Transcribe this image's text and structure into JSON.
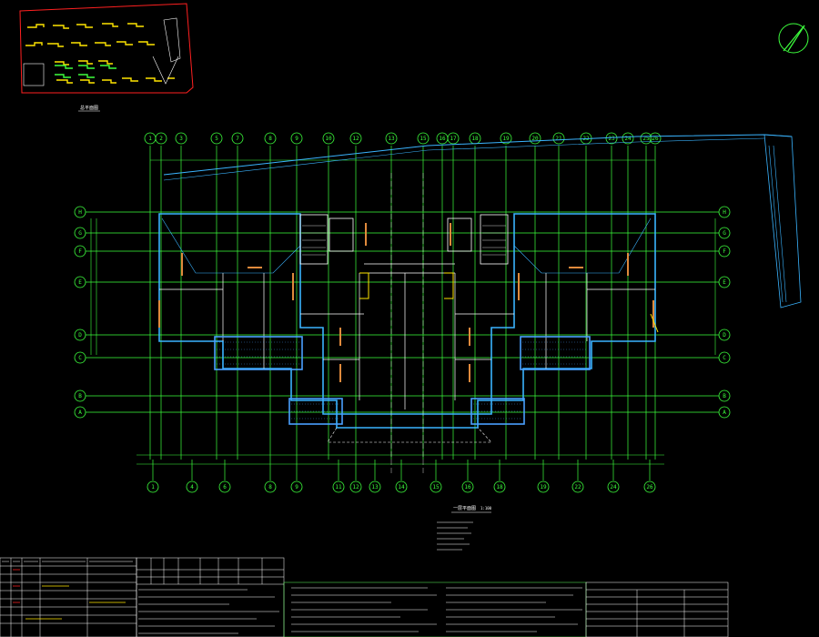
{
  "drawing": {
    "site_plan_caption": "总平面图",
    "floor_plan_caption": "一层平面图",
    "floor_plan_scale": "1:100",
    "north_arrow": "north-arrow-symbol"
  },
  "grid_axes": {
    "top_numbers": [
      "1",
      "2",
      "3",
      "5",
      "7",
      "8",
      "9",
      "10",
      "12",
      "13",
      "15",
      "16",
      "17",
      "18",
      "19",
      "20",
      "21",
      "22",
      "23",
      "24",
      "25",
      "26"
    ],
    "bottom_numbers": [
      "1",
      "4",
      "6",
      "8",
      "9",
      "11",
      "12",
      "13",
      "14",
      "15",
      "16",
      "18",
      "19",
      "22",
      "24",
      "26"
    ],
    "row_letters_left": [
      "H",
      "G",
      "F",
      "E",
      "D",
      "C",
      "B",
      "A"
    ],
    "row_letters_right": [
      "H",
      "G",
      "F",
      "E",
      "D",
      "C",
      "B",
      "A"
    ]
  },
  "colors": {
    "background": "#000000",
    "axis_green": "#3dff3d",
    "wall_cyan": "#3ab4ff",
    "detail_white": "#ffffff",
    "site_red": "#ff2020",
    "highlight_yellow": "#ffe600",
    "column_orange": "#e08a3c",
    "balcony_blue": "#4aa0ff"
  }
}
